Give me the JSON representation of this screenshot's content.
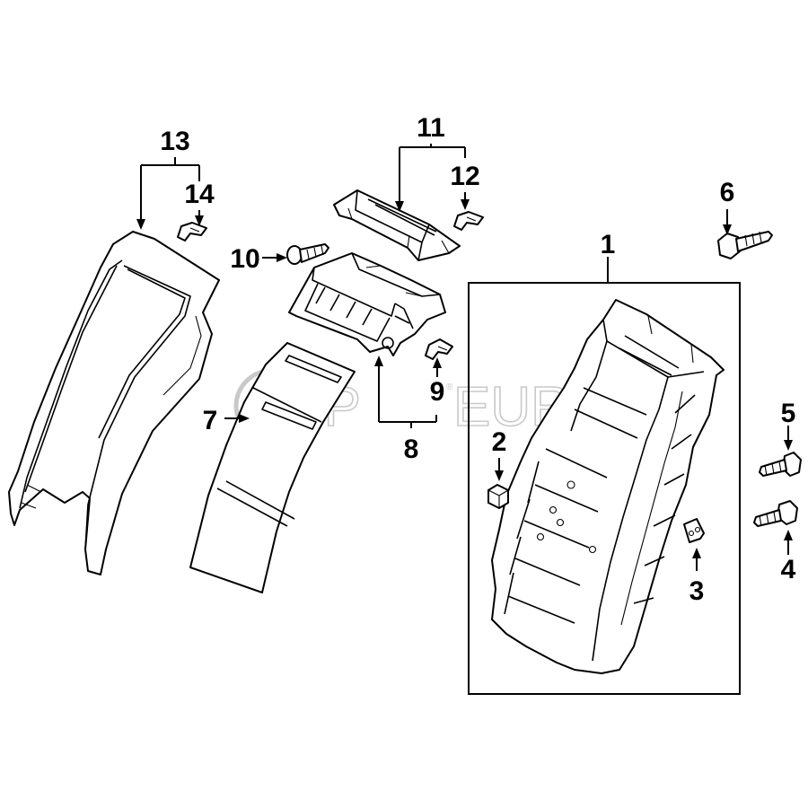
{
  "diagram": {
    "callouts": [
      "1",
      "2",
      "3",
      "4",
      "5",
      "6",
      "7",
      "8",
      "9",
      "10",
      "11",
      "12",
      "13",
      "14"
    ],
    "watermark": {
      "brand_left": "FCP",
      "brand_right": "EURO",
      "registered": "®"
    }
  }
}
